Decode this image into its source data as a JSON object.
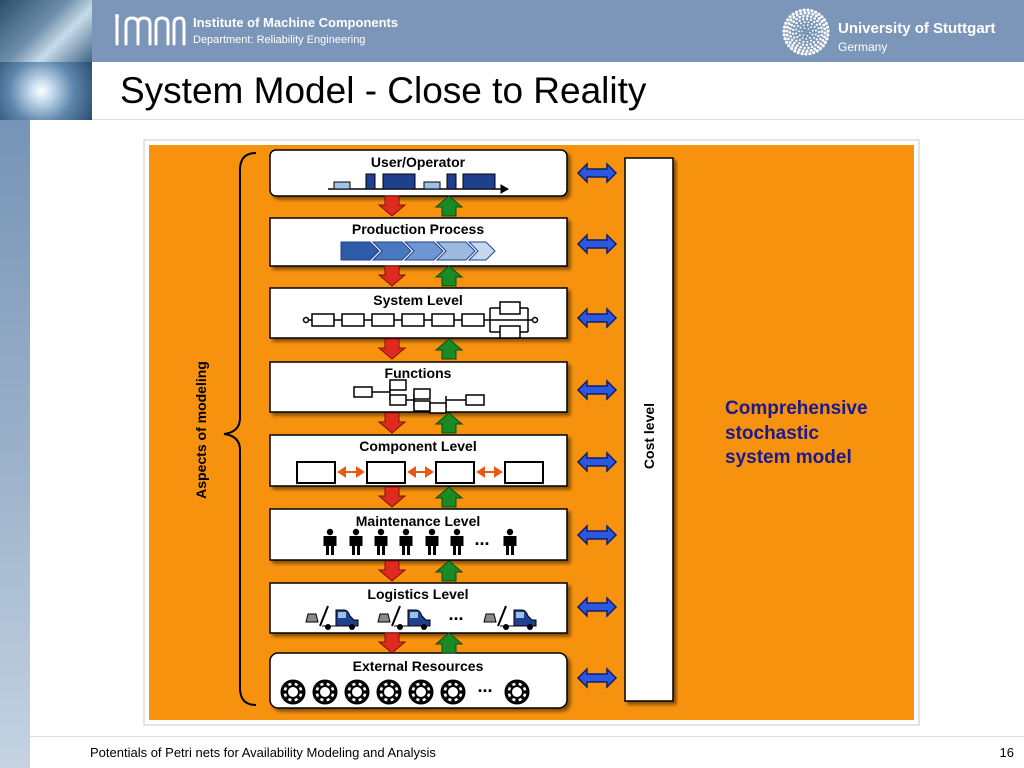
{
  "header": {
    "institute_name": "Institute of Machine Components",
    "department": "Department: Reliability Engineering",
    "university_name": "University of Stuttgart",
    "country": "Germany"
  },
  "slide": {
    "title": "System Model - Close to Reality"
  },
  "diagram": {
    "panel_color": "#f7920f",
    "brace_label": "Aspects of modeling",
    "cost_label": "Cost level",
    "right_text": [
      "Comprehensive",
      "stochastic",
      "system model"
    ],
    "levels": [
      {
        "label": "User/Operator"
      },
      {
        "label": "Production Process"
      },
      {
        "label": "System Level"
      },
      {
        "label": "Functions"
      },
      {
        "label": "Component Level"
      },
      {
        "label": "Maintenance Level"
      },
      {
        "label": "Logistics Level"
      },
      {
        "label": "External Resources"
      }
    ],
    "ellipsis": "...",
    "colors": {
      "down_arrow": "#e02a1f",
      "up_arrow": "#1a8a25",
      "side_arrow": "#2e57e0",
      "dark_blue": "#1f3f8f",
      "light_blue": "#9ec2e6"
    }
  },
  "footer": {
    "text": "Potentials of Petri nets for Availability Modeling and Analysis",
    "page": "16"
  }
}
